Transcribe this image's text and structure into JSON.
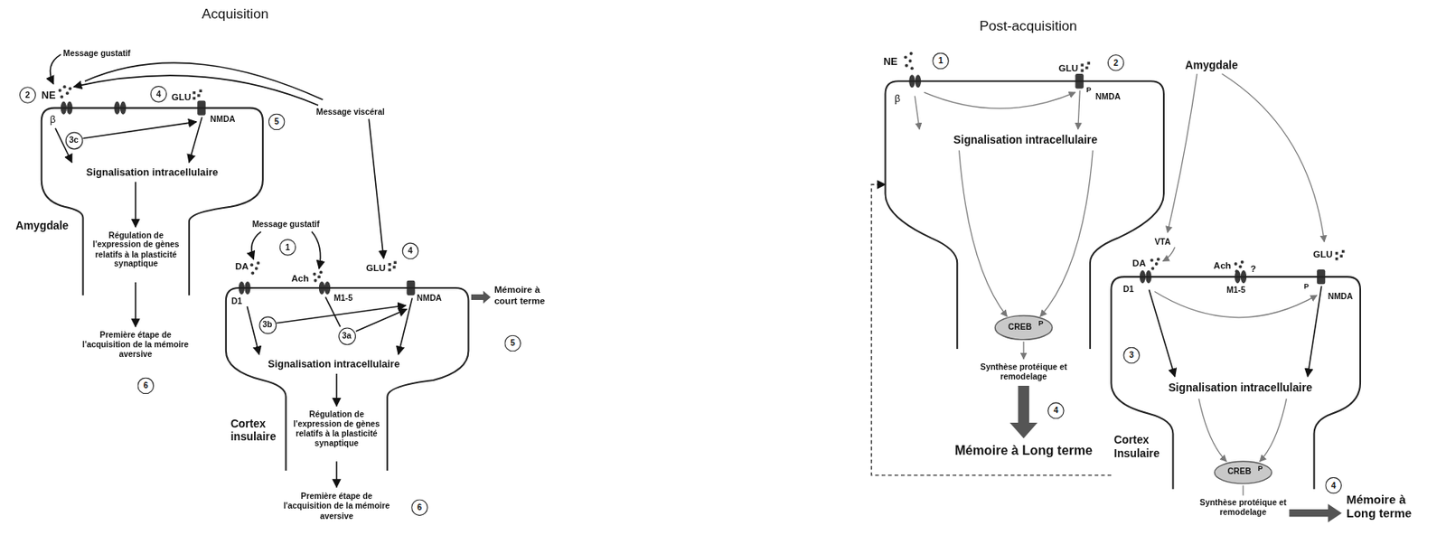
{
  "diagram": {
    "nodes": [
      {
        "text": [
          "Signalisation intracellulaire",
          "Régulation de l'expression de gènes relatifs à la plasticité synaptique",
          "Amygdale"
        ]
      },
      {
        "text": [
          "2"
        ]
      },
      {
        "text": [
          "4"
        ]
      },
      {
        "text": [
          "5"
        ]
      },
      {
        "text": [
          "3c"
        ],
        "in": 0
      },
      {
        "text": [
          "6"
        ]
      },
      {
        "text": [
          "Signalisation intracellulaire",
          "Régulation de l'expression de gènes relatifs à la plasticité synaptique",
          "Cortex insulaire"
        ]
      },
      {
        "text": [
          "1"
        ]
      },
      {
        "text": [
          "4"
        ]
      },
      {
        "text": [
          "3b"
        ],
        "in": 6
      },
      {
        "text": [
          "3a"
        ],
        "in": 6
      },
      {
        "text": [
          "5"
        ]
      },
      {
        "text": [
          "6"
        ]
      },
      {
        "text": [
          "Signalisation intracellulaire"
        ]
      },
      {
        "text": [
          "1"
        ]
      },
      {
        "text": [
          "2"
        ]
      },
      {
        "text": [
          "CREB",
          "P"
        ],
        "in": 13
      },
      {
        "text": [
          "4"
        ]
      },
      {
        "text": [
          "Signalisation intracellulaire",
          "Cortex Insulaire"
        ]
      },
      {
        "text": [
          "3"
        ],
        "in": 18
      },
      {
        "text": [
          "CREB",
          "P"
        ],
        "in": 18
      },
      {
        "text": [
          "4"
        ]
      }
    ],
    "edges": [
      {
        "from": 18,
        "to": 13,
        "arrow": "to"
      }
    ],
    "labels": [
      "Acquisition",
      "Message gustatif",
      "NE",
      "β",
      "GLU",
      "NMDA",
      "Message viscéral",
      "Première étape de l'acquisition de la mémoire aversive",
      "Message gustatif",
      "DA",
      "Ach",
      "D1",
      "M1-5",
      "GLU",
      "NMDA",
      "Mémoire à court terme",
      "Première étape de l'acquisition de la mémoire aversive",
      "Post-acquisition",
      "NE",
      "β",
      "GLU",
      "P",
      "NMDA",
      "Synthèse protéique et remodelage",
      "Mémoire à Long terme",
      "Amygdale",
      "VTA",
      "DA",
      "Ach",
      "?",
      "GLU",
      "D1",
      "M1-5",
      "P",
      "NMDA",
      "Synthèse protéique et remodelage",
      "Mémoire à Long terme"
    ]
  }
}
